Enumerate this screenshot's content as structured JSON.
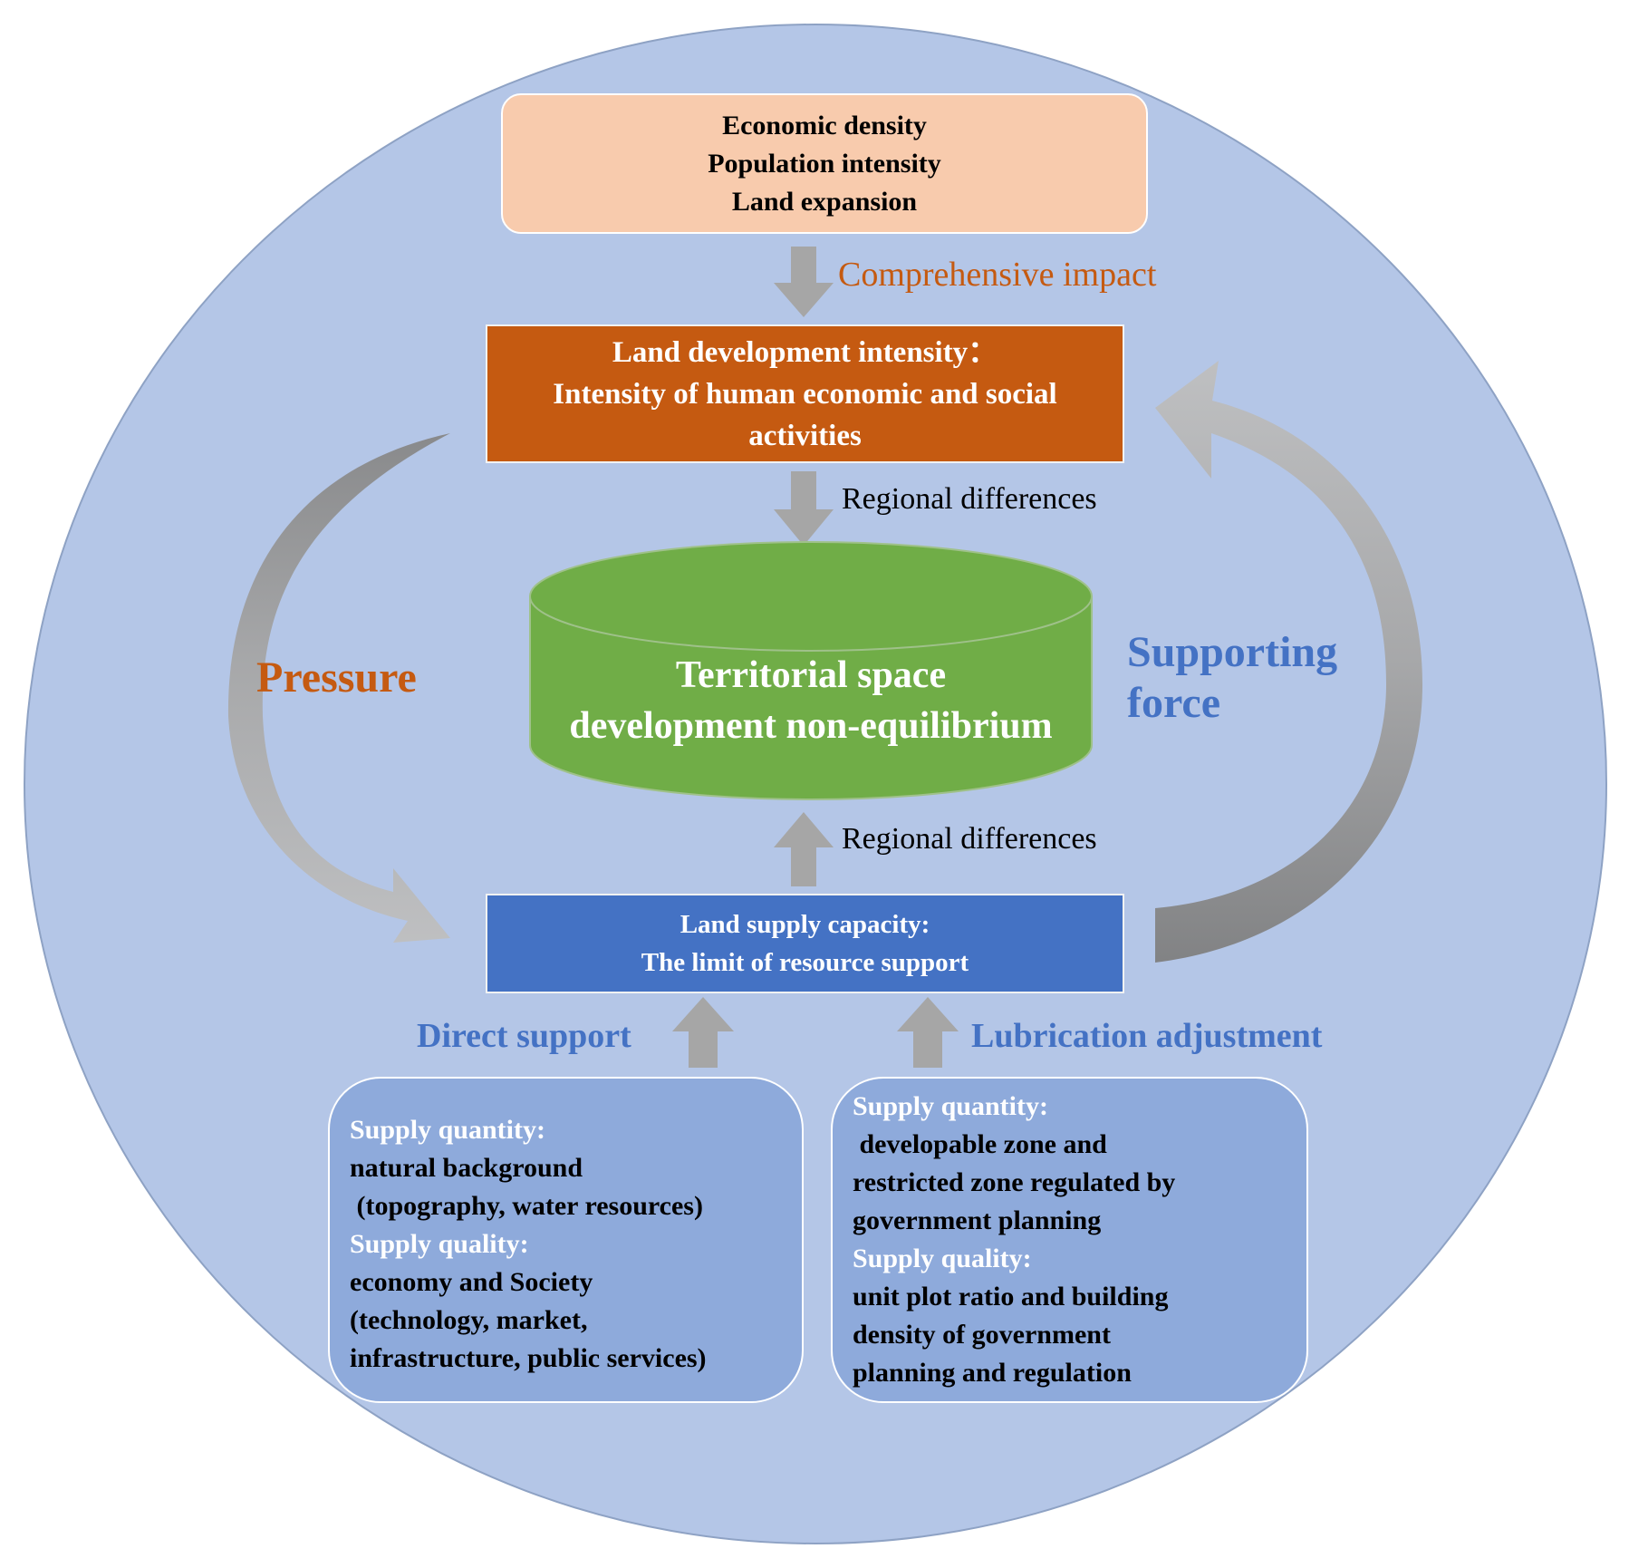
{
  "drivers": {
    "lines": [
      "Economic density",
      "Population intensity",
      "Land expansion"
    ]
  },
  "links": {
    "comprehensive_impact": "Comprehensive impact",
    "regional_differences_top": "Regional differences",
    "regional_differences_bottom": "Regional differences",
    "pressure": "Pressure",
    "supporting_force": [
      "Supporting",
      "force"
    ],
    "direct_support": "Direct support",
    "lubrication_adjustment": "Lubrication adjustment"
  },
  "land_development_intensity": {
    "title": "Land development intensity：",
    "lines": [
      "Intensity of human economic and social",
      "activities"
    ]
  },
  "core": {
    "lines": [
      "Territorial space",
      "development non-equilibrium"
    ]
  },
  "land_supply_capacity": {
    "title": "Land supply capacity:",
    "subtitle": "The limit of resource support"
  },
  "direct_support_detail": {
    "quantity_heading": "Supply quantity:",
    "quantity_lines": [
      "natural background",
      " (topography, water resources)"
    ],
    "quality_heading": "Supply quality:",
    "quality_lines": [
      "economy and Society",
      "(technology, market,",
      "infrastructure, public services)"
    ]
  },
  "lubrication_detail": {
    "quantity_heading": "Supply quantity:",
    "quantity_lines": [
      " developable zone and",
      "restricted zone regulated by",
      "government planning"
    ],
    "quality_heading": "Supply quality:",
    "quality_lines": [
      "unit plot ratio and building",
      "density of government",
      "planning and regulation"
    ]
  },
  "colors": {
    "outer_circle": "#b4c6e7",
    "drivers_fill": "#f8cbad",
    "intensity_fill": "#c55a11",
    "core_cylinder": "#70ad47",
    "capacity_fill": "#4472c4",
    "detail_fill": "#8eaadb",
    "arrow": "#a6a6a6",
    "pressure_text": "#c55a11",
    "support_text": "#4472c4"
  }
}
